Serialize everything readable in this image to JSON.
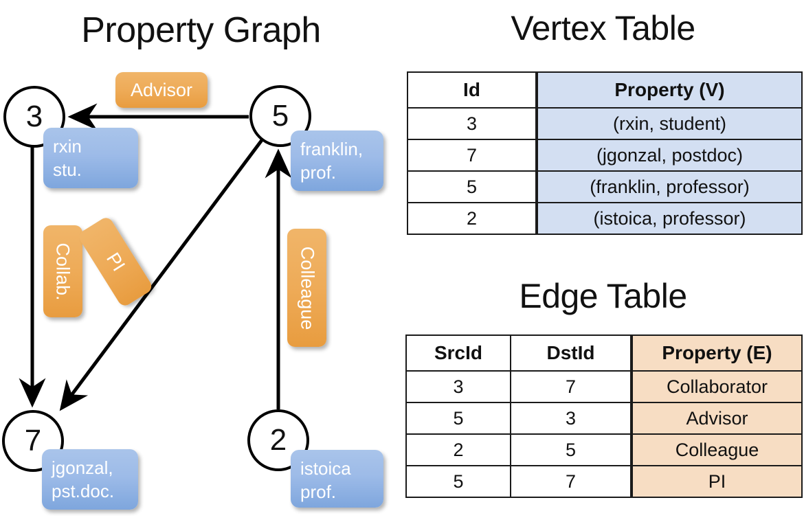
{
  "panels": {
    "graph_title": "Property Graph",
    "vertex_title": "Vertex Table",
    "edge_title": "Edge Table"
  },
  "colors": {
    "vertex_property_fill": "#d3dff2",
    "edge_property_fill": "#f7ddc3",
    "node_property_box": "#9dbbe8",
    "edge_label_box": "#eeab58",
    "stroke": "#000000"
  },
  "graph": {
    "nodes": [
      {
        "id": "3",
        "property_label": "rxin\nstu."
      },
      {
        "id": "5",
        "property_label": "franklin,\nprof."
      },
      {
        "id": "7",
        "property_label": "jgonzal,\npst.doc."
      },
      {
        "id": "2",
        "property_label": "istoica\nprof."
      }
    ],
    "edge_labels": [
      {
        "name": "advisor",
        "text": "Advisor"
      },
      {
        "name": "collab",
        "text": "Collab."
      },
      {
        "name": "pi",
        "text": "PI"
      },
      {
        "name": "colleague",
        "text": "Colleague"
      }
    ],
    "edges": [
      {
        "from": "5",
        "to": "3",
        "label": "Advisor"
      },
      {
        "from": "3",
        "to": "7",
        "label": "Collab."
      },
      {
        "from": "5",
        "to": "7",
        "label": "PI"
      },
      {
        "from": "2",
        "to": "5",
        "label": "Colleague"
      }
    ]
  },
  "vertex_table": {
    "headers": [
      "Id",
      "Property (V)"
    ],
    "rows": [
      {
        "id": "3",
        "property": "(rxin, student)"
      },
      {
        "id": "7",
        "property": "(jgonzal, postdoc)"
      },
      {
        "id": "5",
        "property": "(franklin, professor)"
      },
      {
        "id": "2",
        "property": "(istoica, professor)"
      }
    ]
  },
  "edge_table": {
    "headers": [
      "SrcId",
      "DstId",
      "Property (E)"
    ],
    "rows": [
      {
        "src": "3",
        "dst": "7",
        "property": "Collaborator"
      },
      {
        "src": "5",
        "dst": "3",
        "property": "Advisor"
      },
      {
        "src": "2",
        "dst": "5",
        "property": "Colleague"
      },
      {
        "src": "5",
        "dst": "7",
        "property": "PI"
      }
    ]
  }
}
